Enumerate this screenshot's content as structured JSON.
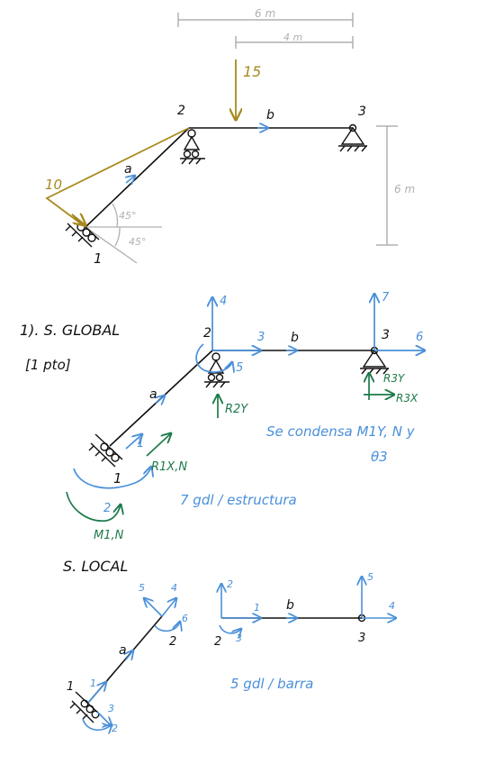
{
  "colors": {
    "ink": "#111111",
    "blue": "#4a90d9",
    "green": "#1d7a4a",
    "olive": "#a88a1e",
    "gray": "#b0b0b0"
  },
  "top": {
    "dim_6m": "6 m",
    "dim_4m": "4 m",
    "dim_6m_vertical": "6 m",
    "load_15": "15",
    "load_10": "10",
    "node_1": "1",
    "node_2": "2",
    "node_3": "3",
    "bar_a": "a",
    "bar_b": "b",
    "angle_upper": "45°",
    "angle_lower": "45°"
  },
  "global": {
    "section_title": "1). S. GLOBAL",
    "points": "[1 pto]",
    "node_1": "1",
    "node_2": "2",
    "node_3": "3",
    "bar_a": "a",
    "bar_b": "b",
    "dof": [
      "1",
      "2",
      "3",
      "4",
      "5",
      "6",
      "7"
    ],
    "reactions": {
      "r1xn": "R1X,N",
      "m1n": "M1,N",
      "r2y": "R2Y",
      "r3y": "R3Y",
      "r3x": "R3X"
    },
    "condensation_line1": "Se condensa M1Y, N y",
    "condensation_line2": "θ3",
    "gdl_structure": "7 gdl / estructura"
  },
  "local": {
    "section_title": "S. LOCAL",
    "bar_a_label": "a",
    "bar_b_label": "b",
    "a_node_1": "1",
    "a_node_2": "2",
    "a_dof": [
      "1",
      "2",
      "3",
      "4",
      "5",
      "6"
    ],
    "b_node_2": "2",
    "b_node_3": "3",
    "b_dof": [
      "1",
      "2",
      "3",
      "4",
      "5"
    ],
    "gdl_bar": "5 gdl / barra"
  }
}
